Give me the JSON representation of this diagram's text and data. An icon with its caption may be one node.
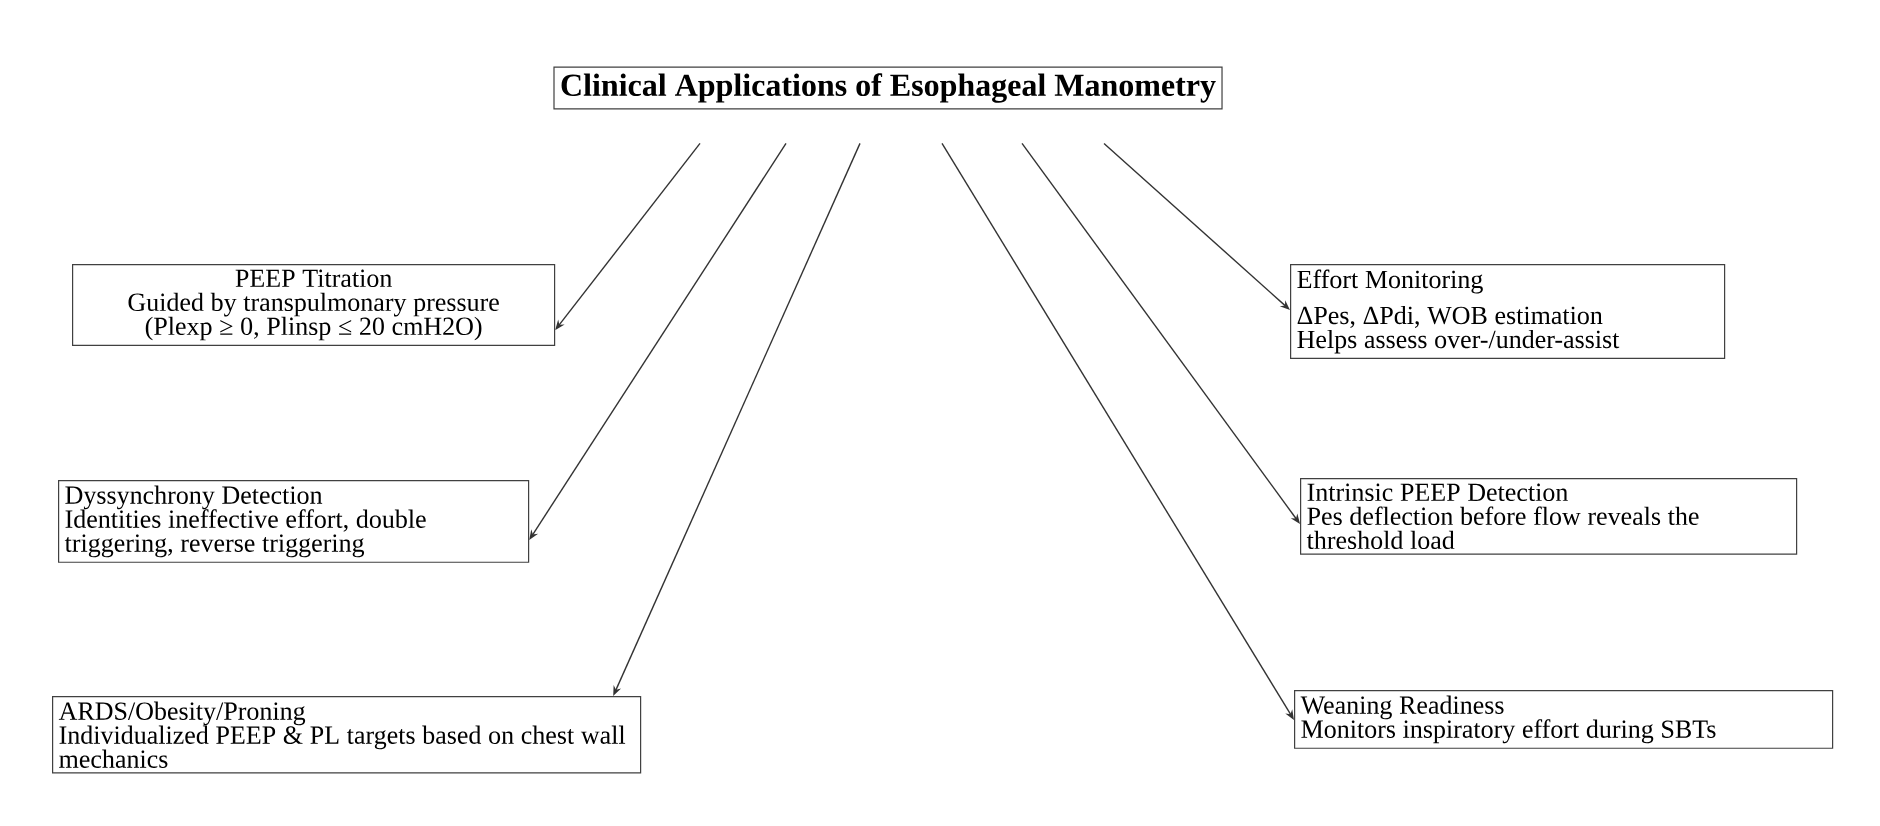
{
  "diagram": {
    "nodes": [
      {
        "text": [
          "Clinical Applications of Esophageal Manometry"
        ]
      },
      {
        "text": [
          "PEEP Titration",
          "Guided by transpulmonary pressure (Plexp ≥ 0, Plinsp ≤ 20 cmH2O)"
        ]
      },
      {
        "text": [
          "Effort Monitoring",
          "ΔPes, ΔPdi, WOB estimation",
          "Helps assess over-/under-assist"
        ]
      },
      {
        "text": [
          "Dyssynchrony Detection",
          "Identities ineffective effort, double triggering, reverse triggering"
        ]
      },
      {
        "text": [
          "Intrinsic PEEP Detection",
          "Pes deflection before flow reveals the threshold load"
        ]
      },
      {
        "text": [
          "ARDS/Obesity/Proning",
          "Individualized PEEP & PL targets based on chest wall mechanics"
        ]
      },
      {
        "text": [
          "Weaning Readiness",
          "Monitors inspiratory effort during SBTs"
        ]
      }
    ],
    "edges": [
      {
        "from": 0,
        "to": 1,
        "arrow": "to"
      },
      {
        "from": 0,
        "to": 2,
        "arrow": "to"
      },
      {
        "from": 0,
        "to": 3,
        "arrow": "to"
      },
      {
        "from": 0,
        "to": 4,
        "arrow": "to"
      },
      {
        "from": 0,
        "to": 5,
        "arrow": "to"
      },
      {
        "from": 0,
        "to": 6,
        "arrow": "to"
      }
    ]
  }
}
